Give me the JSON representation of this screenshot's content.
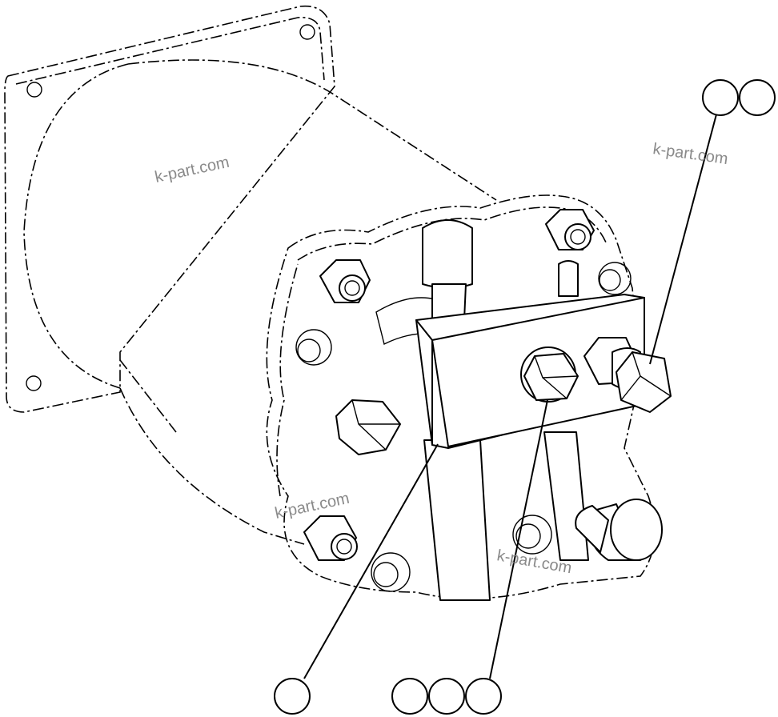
{
  "watermarks": [
    "k-part.com",
    "k-part.com",
    "k-part.com",
    "k-part.com"
  ],
  "callouts": {
    "top_right": [
      "",
      ""
    ],
    "bottom_left": [
      ""
    ],
    "bottom_center": [
      "",
      "",
      ""
    ]
  }
}
